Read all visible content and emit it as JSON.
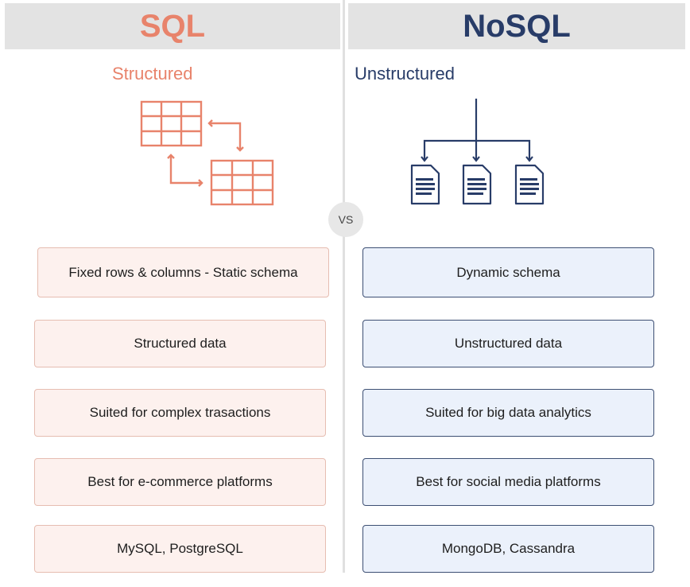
{
  "sql": {
    "title": "SQL",
    "subtitle": "Structured",
    "items": [
      "Fixed rows & columns - Static schema",
      "Structured data",
      "Suited for complex trasactions",
      "Best for e-commerce platforms",
      "MySQL, PostgreSQL"
    ]
  },
  "nosql": {
    "title": "NoSQL",
    "subtitle": "Unstructured",
    "items": [
      "Dynamic schema",
      "Unstructured data",
      "Suited for big data analytics",
      "Best for social media platforms",
      "MongoDB, Cassandra"
    ]
  },
  "vs_label": "VS",
  "colors": {
    "sql_accent": "#e8836b",
    "nosql_accent": "#283c68",
    "sql_box_bg": "#fdf1ee",
    "nosql_box_bg": "#ebf1fb"
  },
  "icons": {
    "sql": "related-tables-icon",
    "nosql": "document-tree-icon"
  }
}
